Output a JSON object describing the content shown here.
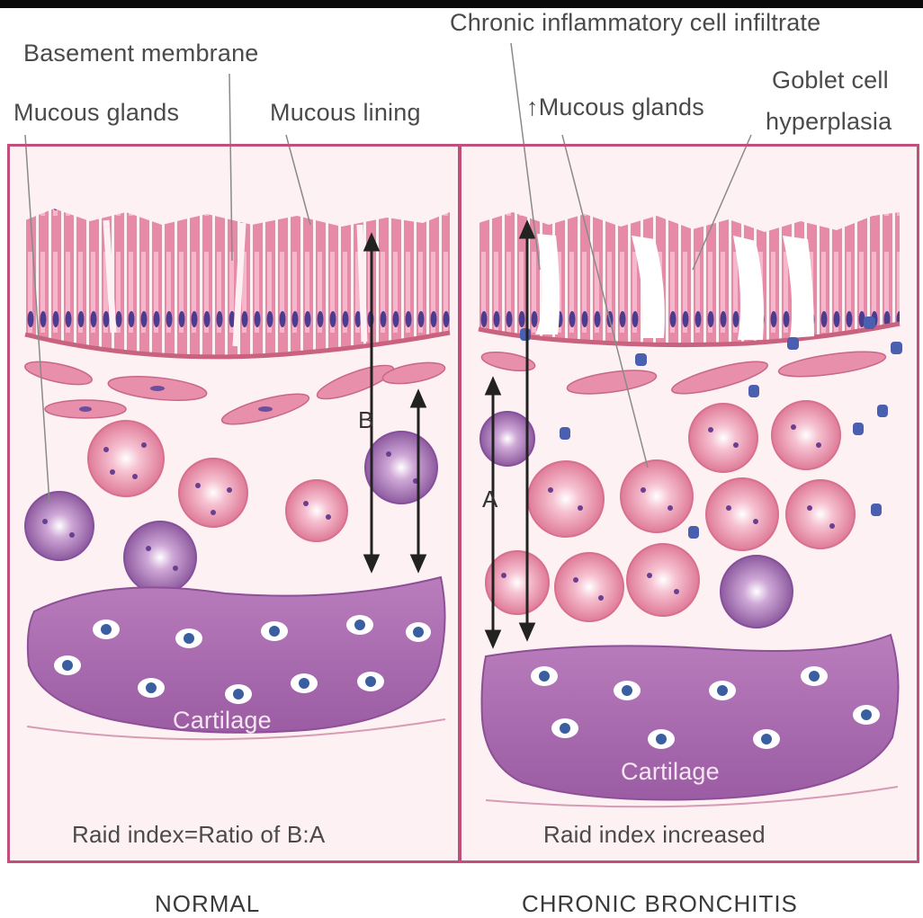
{
  "labels": {
    "basement_membrane": "Basement membrane",
    "mucous_glands": "Mucous glands",
    "mucous_lining": "Mucous lining",
    "chronic_infiltrate": "Chronic inflammatory cell infiltrate",
    "increased_mucous_glands": "↑Mucous glands",
    "goblet_line1": "Goblet cell",
    "goblet_line2": "hyperplasia",
    "marker_b": "B",
    "marker_a": "A",
    "cartilage_left": "Cartilage",
    "cartilage_right": "Cartilage"
  },
  "panels": {
    "left_caption": "Raid index=Ratio of B:A",
    "right_caption": "Raid index increased",
    "left_title": "NORMAL",
    "right_title": "CHRONIC BRONCHITIS"
  },
  "colors": {
    "frame": "#c04f7c",
    "epithelium": "#e48aa8",
    "nucleus": "#4b3c8f",
    "gland_pink": "#e6849f",
    "gland_purple": "#9a65a8",
    "cartilage": "#a868ad",
    "background_tissue": "#fbe8ee"
  }
}
